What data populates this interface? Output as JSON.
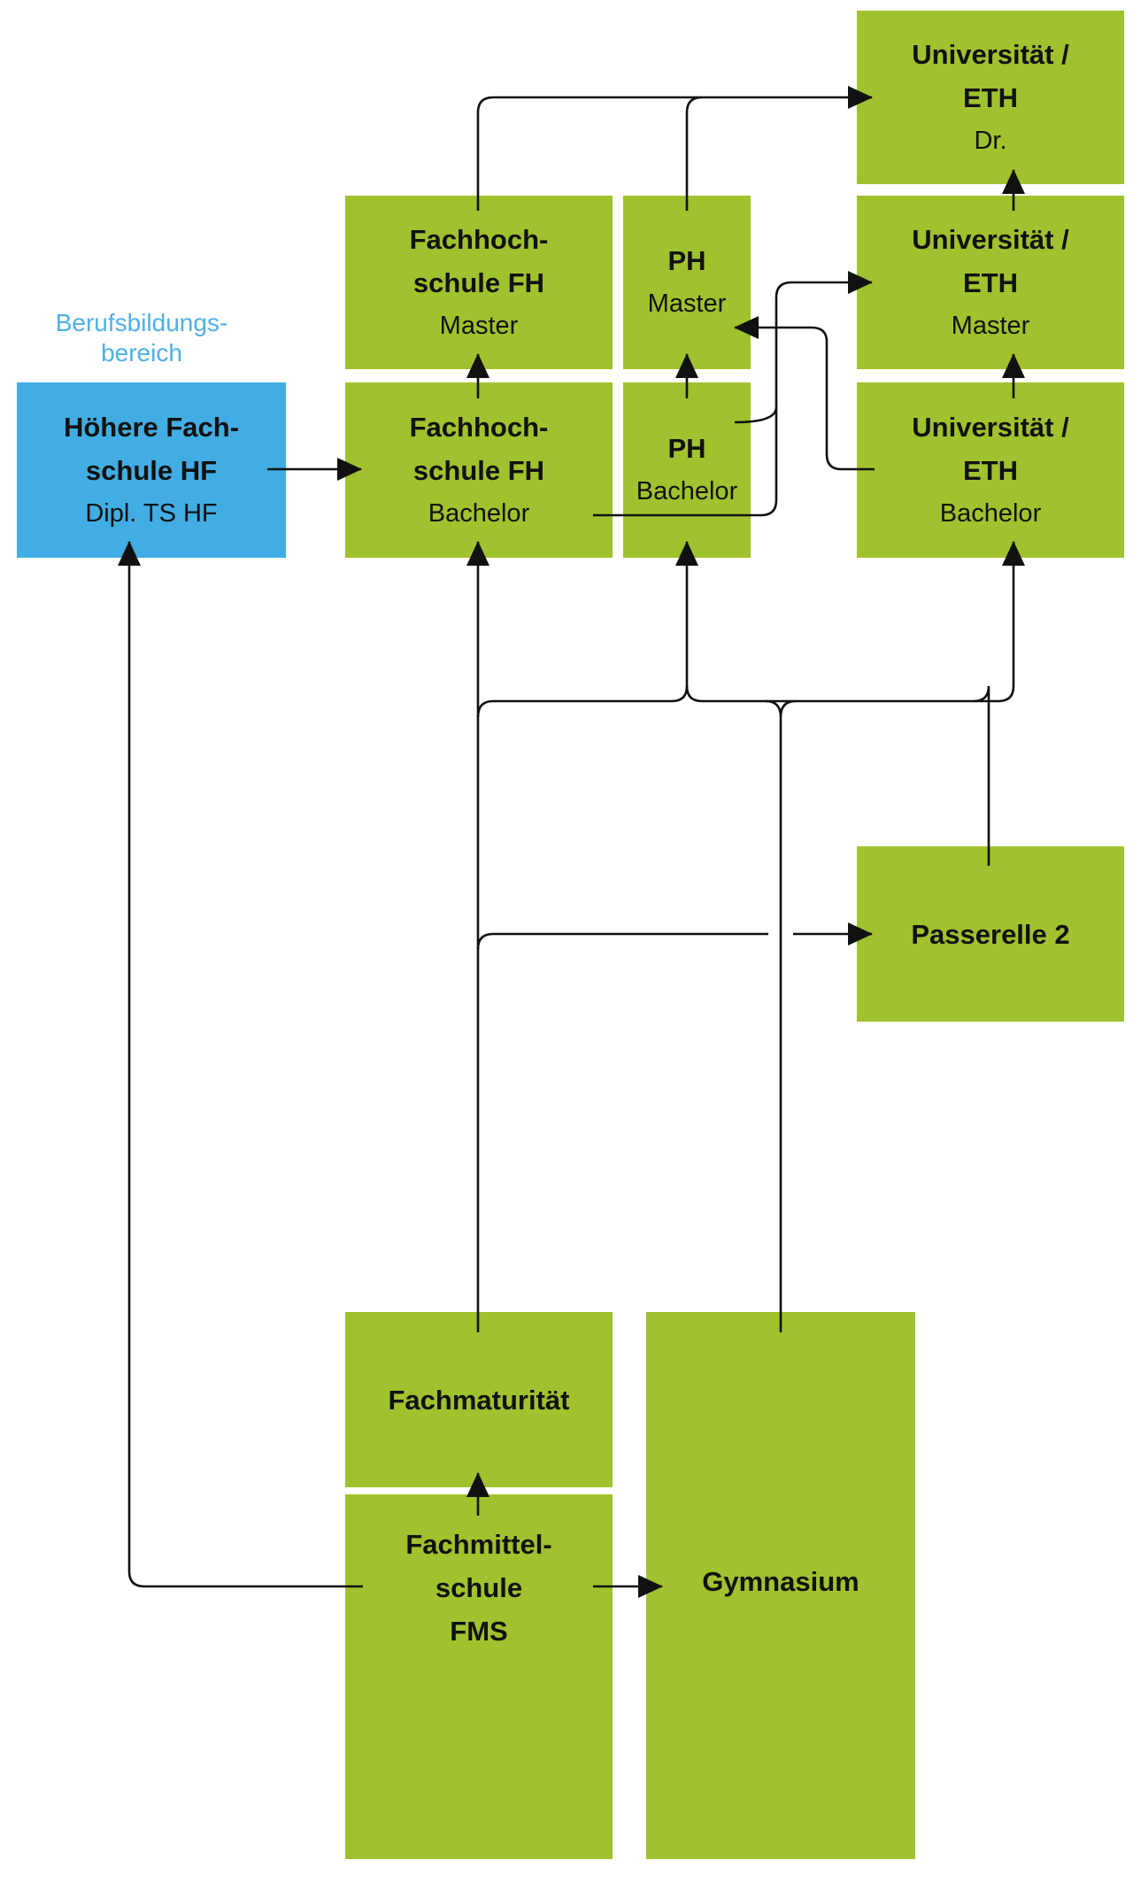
{
  "category_label": "Berufsbildungs-\nbereich",
  "boxes": {
    "uni_dr": {
      "title": "Universität /\nETH",
      "sub": "Dr."
    },
    "uni_master": {
      "title": "Universität /\nETH",
      "sub": "Master"
    },
    "uni_bachelor": {
      "title": "Universität /\nETH",
      "sub": "Bachelor"
    },
    "fh_master": {
      "title": "Fachhoch-\nschule FH",
      "sub": "Master"
    },
    "fh_bachelor": {
      "title": "Fachhoch-\nschule FH",
      "sub": "Bachelor"
    },
    "ph_master": {
      "title": "PH",
      "sub": "Master"
    },
    "ph_bachelor": {
      "title": "PH",
      "sub": "Bachelor"
    },
    "hf": {
      "title": "Höhere Fach-\nschule HF",
      "sub": "Dipl. TS HF"
    },
    "passerelle": {
      "title": "Passerelle 2"
    },
    "fachmaturitaet": {
      "title": "Fachmaturität"
    },
    "fms": {
      "title": "Fachmittel-\nschule\nFMS"
    },
    "gymnasium": {
      "title": "Gymnasium"
    }
  },
  "colors": {
    "education_box": "#a0c22e",
    "vocational_box": "#41ade3",
    "category_text": "#4fb0e5",
    "connector": "#111111"
  }
}
